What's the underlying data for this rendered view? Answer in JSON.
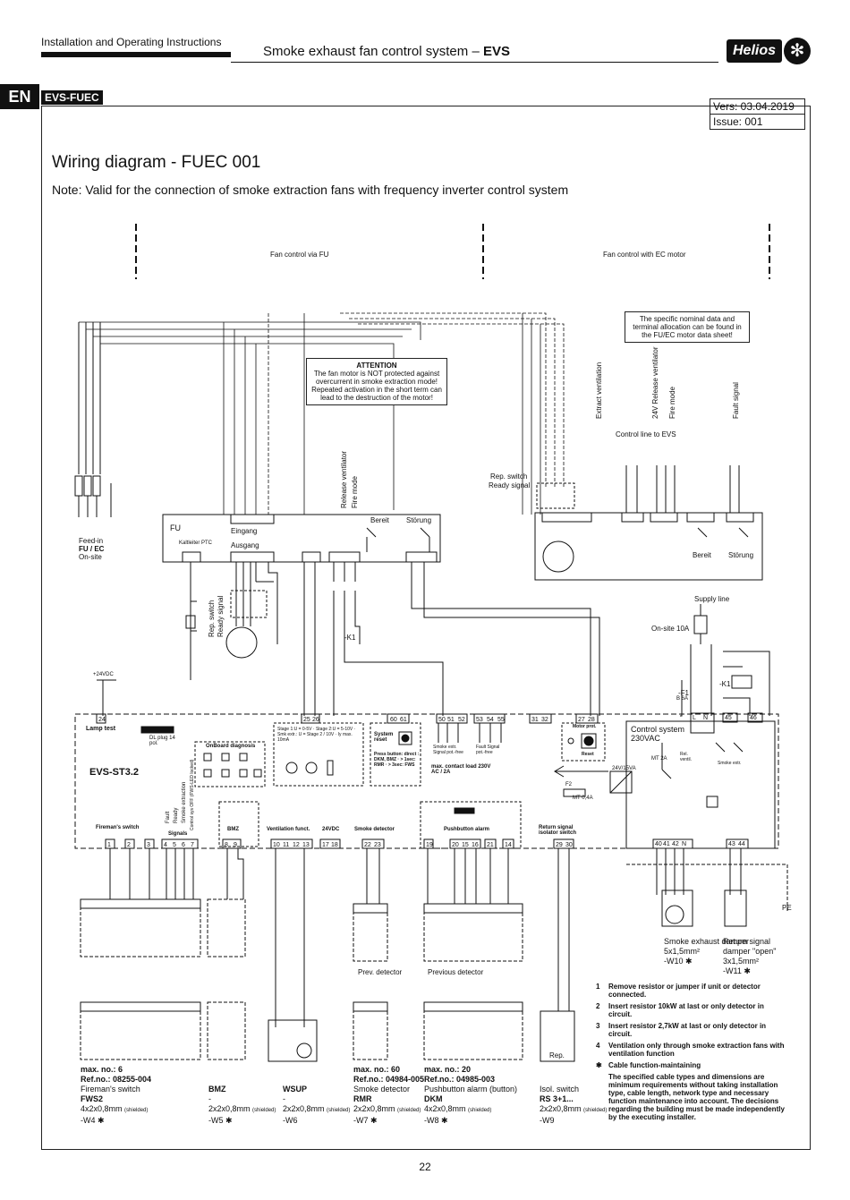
{
  "header": {
    "doc_type": "Installation and Operating Instructions",
    "product_prefix": "Smoke exhaust fan control system – ",
    "product_code": "EVS",
    "brand": "Helios"
  },
  "lang_tag": "EN",
  "doc_code": "EVS-FUEC",
  "version": {
    "vers": "Vers: 03.04.2019",
    "issue": "Issue: 001"
  },
  "title": "Wiring diagram - FUEC 001",
  "note": "Note: Valid for the connection of smoke extraction fans with frequency inverter control system",
  "diagram": {
    "fan_control_fu": "Fan control via FU",
    "fan_control_ec": "Fan control with EC motor",
    "nominal_note": "The specific nominal data and terminal allocation can be found in the FU/EC motor data sheet!",
    "attention_title": "ATTENTION",
    "attention_text": "The fan motor is NOT protected against overcurrent in smoke extraction mode! Repeated activation in the short term can lead to the destruction of the motor!",
    "control_line": "Control line to EVS",
    "ec_signals": [
      "Extract ventilation",
      "24V Release ventilator",
      "Fire mode",
      "Fault signal"
    ],
    "release_vent": "Release ventilator",
    "fire_mode": "Fire mode",
    "fu_label": "FU",
    "fu_input": "Eingang",
    "fu_output": "Ausgang",
    "ptc": "Kaltleiter PTC",
    "bereit": "Bereit",
    "stoerung": "Störung",
    "feed_in": "Feed-in",
    "feed_in_fu": "FU / EC",
    "feed_in_site": "On-site",
    "rep_switch": "Rep. switch",
    "ready_signal": "Ready signal",
    "supply_line": "Supply line",
    "onsite_10a": "On-site 10A",
    "k1": "-K1",
    "f1": "-F1",
    "f1_rating": "B 6A",
    "plus24": "+24VDC",
    "evs_name": "EVS-ST3.2",
    "lamp_test": "Lamp test",
    "dl_plug": "DL plug 14 pol.",
    "onboard_diag": "OnBoard diagnosis",
    "stage_info": "Stage 1:U = 0-5V · Stage 2:U = 5-10V · Smk extr.: U = Stage 2 / 10V · Iy max. 10mA",
    "system_reset": "System reset",
    "press_button": "Press button: direct : DKM, BMZ · > 1sec: RMR · > 3sec: FWS",
    "smoke_extr_signal": "Smoke extr. Signal pot.-free",
    "fault_signal": "Fault Signal pot.-free",
    "max_contact": "max. contact load 230V AC / 2A",
    "motor_prot": "Motor prot.",
    "reset": "Reset",
    "control_system": "Control system",
    "control_system_v": "230VAC",
    "mt2a": "MT 2A",
    "psu": "24V/15VA",
    "f2": "F2",
    "f2_rating": "MT 0,4A",
    "groups": [
      "Fireman's switch",
      "BMZ",
      "Ventilation funct.",
      "24VDC",
      "Smoke detector",
      "Pushbutton alarm",
      "Return signal isolator switch"
    ],
    "signals": [
      "Fault",
      "Ready",
      "Smoke extraction",
      "Control sys OFF (FWS-LED locked)"
    ],
    "signals_label": "Signals",
    "detector_prev": "Prev. detector",
    "detector_previous": "Previous detector",
    "rep": "Rep.",
    "wsup_label": "WSUP",
    "pe": "PE",
    "terminals_top": [
      "24",
      "25",
      "26",
      "60",
      "61",
      "50",
      "51",
      "52",
      "53",
      "54",
      "55",
      "31",
      "32",
      "27",
      "28"
    ],
    "terminals_bottom": [
      "1",
      "2",
      "3",
      "4",
      "5",
      "6",
      "7",
      "8",
      "9",
      "10",
      "11",
      "12",
      "13",
      "17",
      "18",
      "22",
      "23",
      "19",
      "20",
      "15",
      "16",
      "21",
      "14",
      "29",
      "30"
    ],
    "terminals_right": [
      "L",
      "N",
      "45",
      "46",
      "40",
      "41",
      "42",
      "N",
      "43",
      "44"
    ],
    "rel_vent": "Rel. ventil.",
    "smoke_extr": "Smoke extr."
  },
  "cables": [
    {
      "max": "max. no.: 6",
      "ref": "Ref.no.: 08255-004",
      "name": "Fireman's switch",
      "code": "FWS2",
      "cable": "4x2x0,8mm",
      "shield": "(shielded)",
      "id": "-W4 ✱"
    },
    {
      "max": "",
      "ref": "BMZ",
      "name": "-",
      "code": "",
      "cable": "2x2x0,8mm",
      "shield": "(shielded)",
      "id": "-W5 ✱"
    },
    {
      "max": "",
      "ref": "WSUP",
      "name": "-",
      "code": "",
      "cable": "2x2x0,8mm",
      "shield": "(shielded)",
      "id": "-W6"
    },
    {
      "max": "max. no.: 60",
      "ref": "Ref.no.: 04984-005",
      "name": "Smoke detector",
      "code": "RMR",
      "cable": "2x2x0,8mm",
      "shield": "(shielded)",
      "id": "-W7 ✱"
    },
    {
      "max": "max. no.: 20",
      "ref": "Ref.no.: 04985-003",
      "name": "Pushbutton alarm (button)",
      "code": "DKM",
      "cable": "4x2x0,8mm",
      "shield": "(shielded)",
      "id": "-W8 ✱"
    },
    {
      "max": "",
      "ref": "Isol. switch",
      "name": "RS 3+1...",
      "code": "",
      "cable": "2x2x0,8mm",
      "shield": "(shielded)",
      "id": "-W9"
    }
  ],
  "dampers": [
    {
      "name": "Smoke exhaust damper",
      "cable": "5x1,5mm²",
      "id": "-W10 ✱"
    },
    {
      "name": "Return signal damper \"open\"",
      "cable": "3x1,5mm²",
      "id": "-W11 ✱"
    }
  ],
  "legend": [
    {
      "num": "1",
      "text": "Remove resistor or jumper if unit or detector connected."
    },
    {
      "num": "2",
      "text": "Insert resistor 10kW at last or only detector in circuit."
    },
    {
      "num": "3",
      "text": "Insert resistor 2,7kW at last or only detector in circuit."
    },
    {
      "num": "4",
      "text": "Ventilation only through smoke extraction fans with ventilation function"
    },
    {
      "num": "✱",
      "text": "Cable function-maintaining"
    },
    {
      "num": "",
      "text": "The specified cable types and dimensions are minimum requirements without taking installation type, cable length, network type and necessary function maintenance into account. The decisions regarding the building must be made independently by the executing installer."
    }
  ],
  "page_number": "22"
}
